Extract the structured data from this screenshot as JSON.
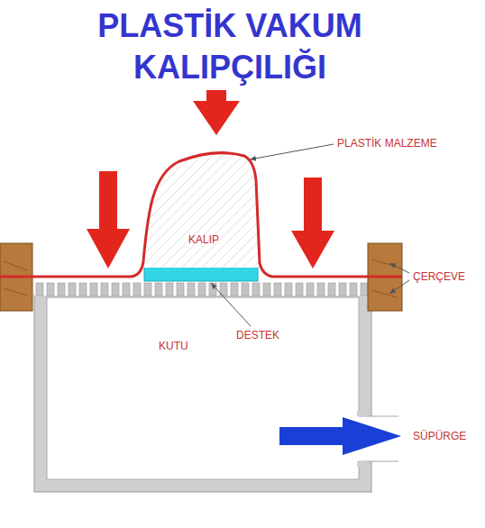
{
  "diagram": {
    "title": "PLASTİK VAKUM KALIPÇILIĞI",
    "nodes": [
      {
        "text": [
          "KUTU"
        ]
      },
      {
        "text": [
          "KALIP"
        ]
      }
    ],
    "labels": [
      "PLASTİK MALZEME",
      "ÇERÇEVE",
      "DESTEK",
      "SÜPÜRGE"
    ]
  }
}
